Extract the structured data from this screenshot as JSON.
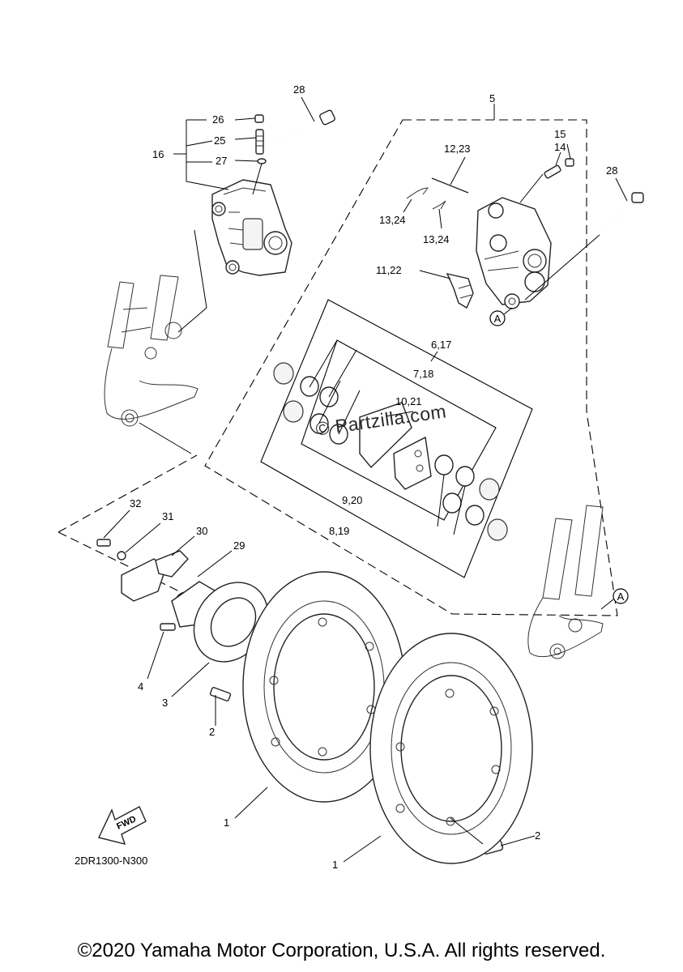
{
  "diagram_code": "2DR1300-N300",
  "watermark": "© Partzilla.com",
  "copyright": "©2020 Yamaha Motor Corporation, U.S.A. All rights reserved.",
  "fwd_label": "FWD",
  "ref_marker": "A",
  "callouts": {
    "c1a": "1",
    "c1b": "1",
    "c2a": "2",
    "c2b": "2",
    "c3": "3",
    "c4": "4",
    "c5": "5",
    "c6_17": "6,17",
    "c7_18": "7,18",
    "c8_19": "8,19",
    "c9_20": "9,20",
    "c10_21": "10,21",
    "c11_22": "11,22",
    "c12_23": "12,23",
    "c13_24a": "13,24",
    "c13_24b": "13,24",
    "c14": "14",
    "c15": "15",
    "c16": "16",
    "c25": "25",
    "c26": "26",
    "c27": "27",
    "c28a": "28",
    "c28b": "28",
    "c29": "29",
    "c30": "30",
    "c31": "31",
    "c32": "32"
  }
}
